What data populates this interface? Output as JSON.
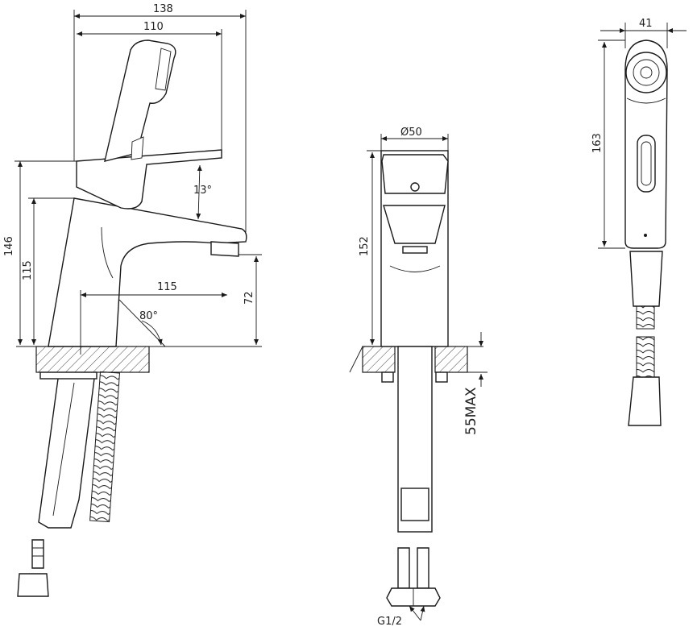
{
  "dimensions": {
    "total_width": "138",
    "handle_width": "110",
    "lever_angle": "13°",
    "total_height": "146",
    "body_height": "115",
    "spout_reach": "115",
    "spout_height": "72",
    "base_angle": "80°",
    "body_diameter": "Ø50",
    "front_height": "152",
    "max_counter_thickness": "55MAX",
    "connection_thread": "G1/2",
    "shower_width": "41",
    "shower_height": "163"
  },
  "icons": {
    "arrow": "arrowhead-marker"
  }
}
